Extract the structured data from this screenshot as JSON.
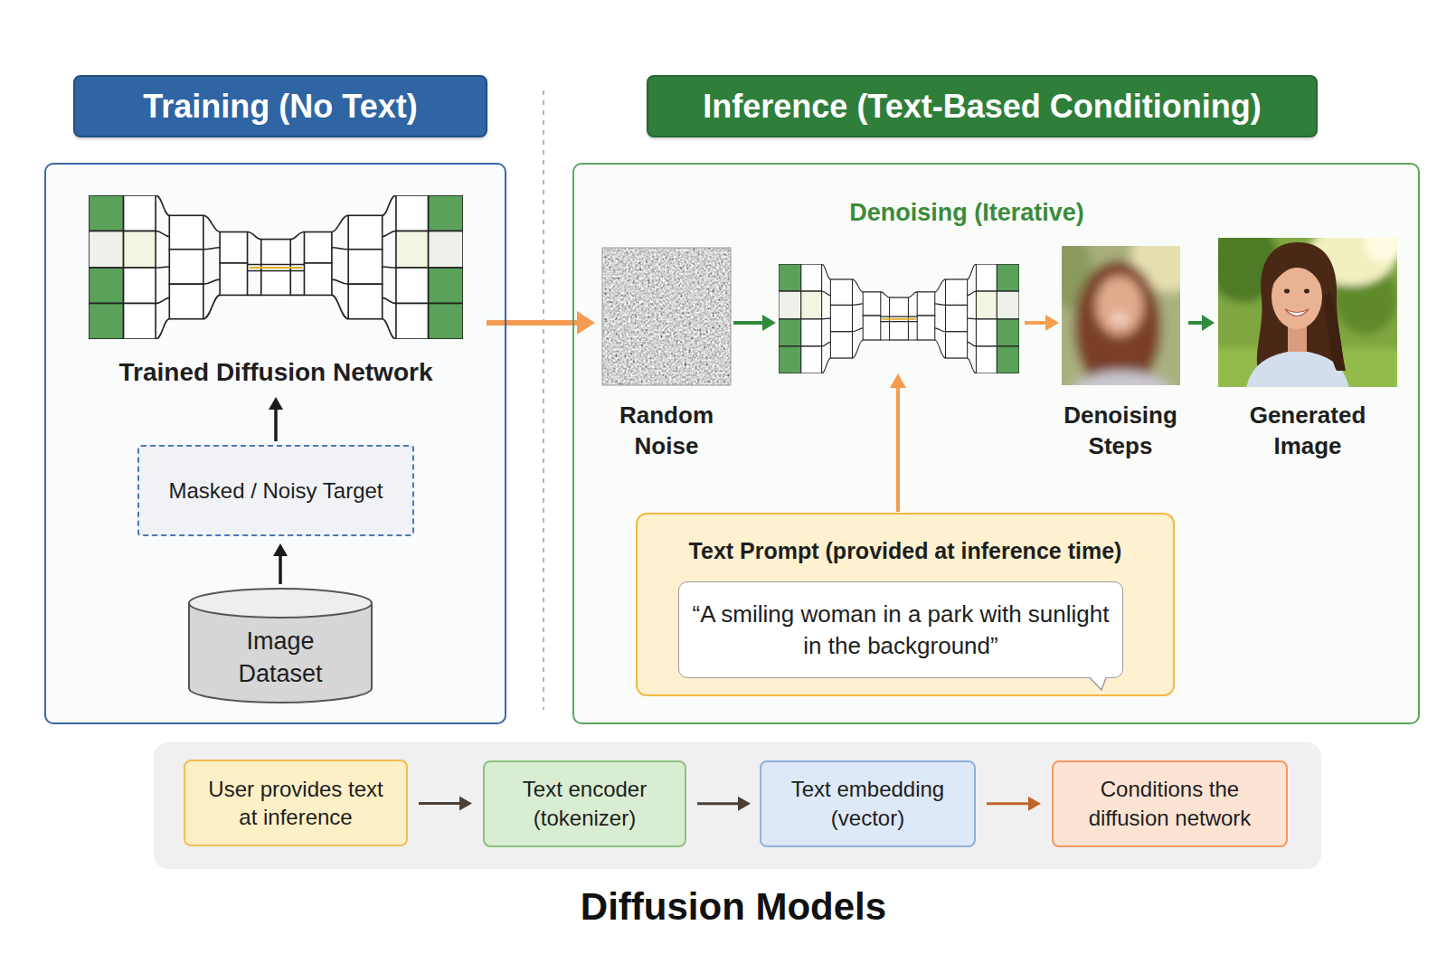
{
  "diagram": {
    "caption": "Diffusion Models",
    "nodes": [
      {
        "text": [
          "Training (No Text)"
        ]
      },
      {
        "text": [
          "Trained Diffusion Network"
        ],
        "in": 0
      },
      {
        "text": [
          "Masked / Noisy Target"
        ],
        "in": 0
      },
      {
        "text": [
          "Image Dataset"
        ],
        "in": 0
      },
      {
        "text": [
          "Inference (Text-Based Conditioning)"
        ]
      },
      {
        "text": [
          "Random Noise"
        ],
        "in": 4
      },
      {
        "text": [
          "Denoising Steps"
        ],
        "in": 4
      },
      {
        "text": [
          "Generated Image"
        ],
        "in": 4
      },
      {
        "text": [
          "Text Prompt (provided at inference time)"
        ],
        "in": 4
      },
      {
        "text": [
          "“A smiling woman in a park with sunlight in the background”"
        ],
        "in": 8
      },
      {
        "text": [
          "User provides text at inference"
        ]
      },
      {
        "text": [
          "Text encoder (tokenizer)"
        ]
      },
      {
        "text": [
          "Text embedding (vector)"
        ]
      },
      {
        "text": [
          "Conditions the diffusion network"
        ]
      }
    ],
    "edges": [
      {
        "from": 3,
        "to": 2,
        "arrow": "to"
      },
      {
        "from": 2,
        "to": 1,
        "arrow": "to"
      },
      {
        "from": 1,
        "to": 5,
        "arrow": "to"
      },
      {
        "from": 6,
        "to": 7,
        "arrow": "to"
      },
      {
        "from": 10,
        "to": 11,
        "arrow": "to"
      },
      {
        "from": 11,
        "to": 12,
        "arrow": "to"
      },
      {
        "from": 12,
        "to": 13,
        "arrow": "to"
      }
    ],
    "labels": [
      "Denoising (Iterative)"
    ]
  }
}
